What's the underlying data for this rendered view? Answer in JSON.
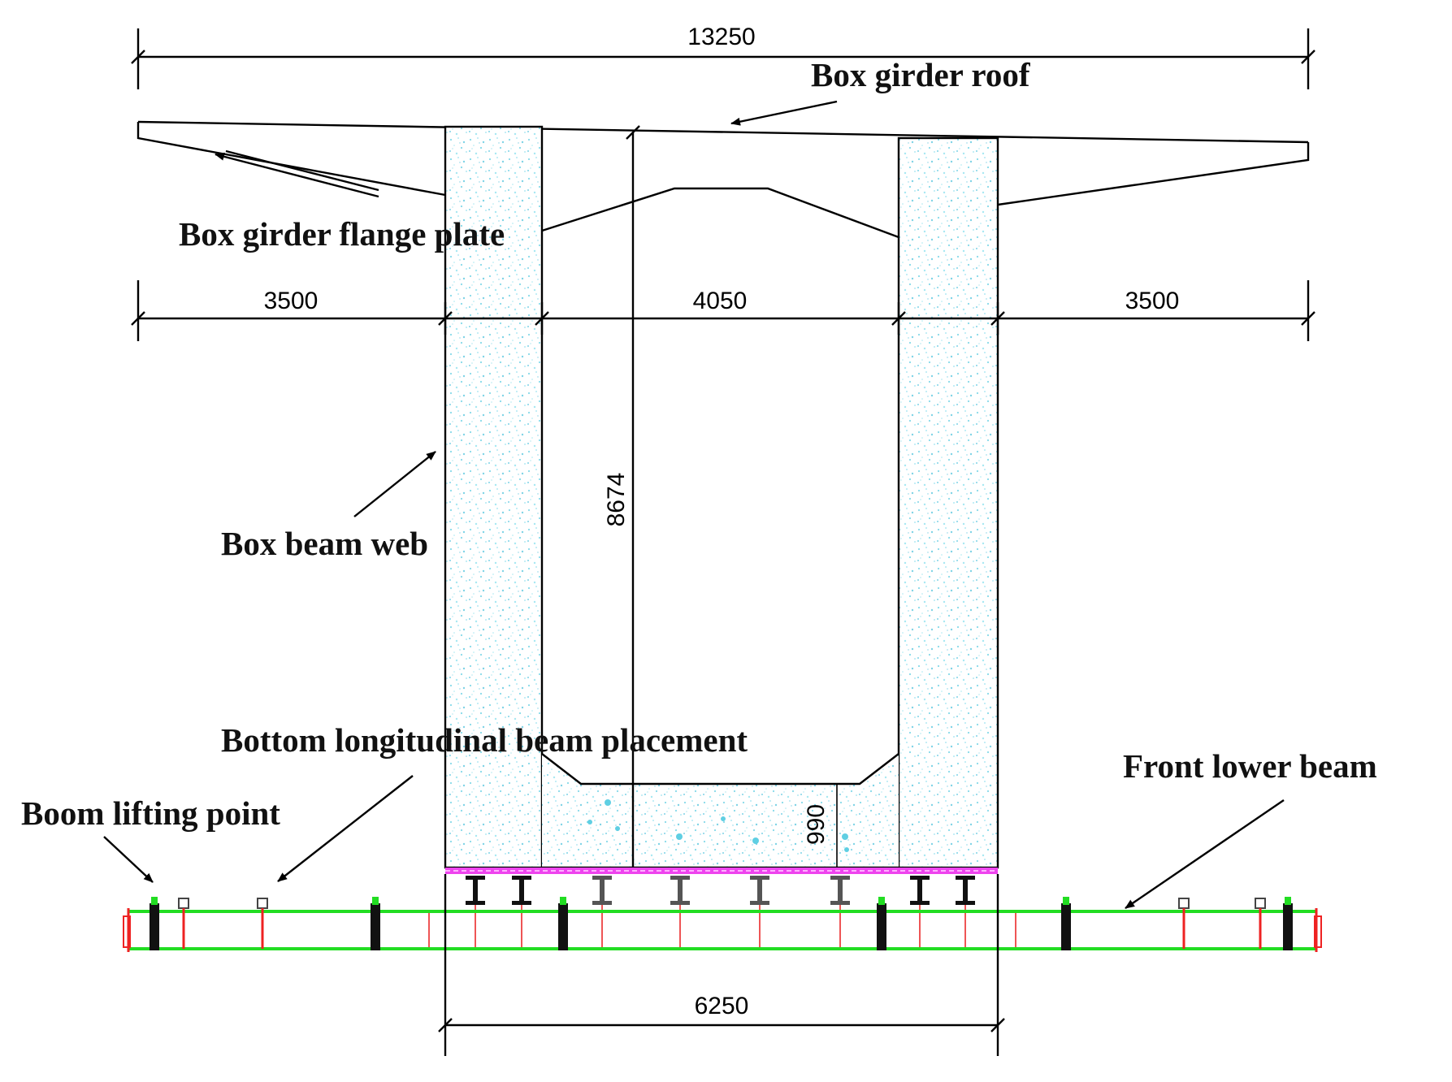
{
  "dimensions": {
    "total_width": "13250",
    "left_flange": "3500",
    "center_span": "4050",
    "right_flange": "3500",
    "girder_height": "8674",
    "bottom_plate": "990",
    "bottom_width": "6250"
  },
  "labels": {
    "roof": "Box girder roof",
    "flange_plate": "Box girder flange plate",
    "web": "Box beam web",
    "bottom_longitudinal": "Bottom longitudinal beam placement",
    "front_lower_beam": "Front lower beam",
    "boom_lifting_point": "Boom lifting point"
  },
  "colors": {
    "outline": "#000000",
    "concrete_speckle": "#7fd8e8",
    "lower_beam": "#22dd22",
    "hanger_red": "#ee2222",
    "bottom_plate_magenta": "#ee33ee"
  }
}
